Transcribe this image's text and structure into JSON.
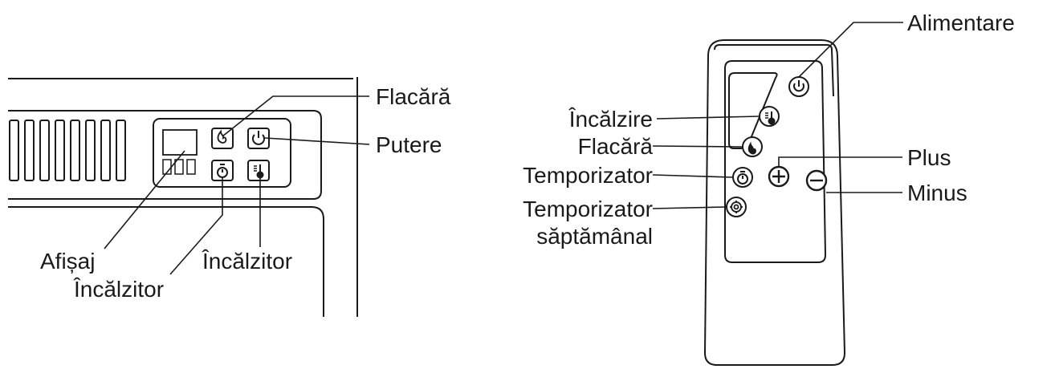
{
  "panel": {
    "labels": {
      "flame": "Flacără",
      "power": "Putere",
      "display": "Afișaj",
      "heater_bottom": "Încălzitor",
      "heater_right": "Încălzitor"
    },
    "icons": [
      "flame-icon",
      "power-icon",
      "timer-icon",
      "thermometer-icon"
    ]
  },
  "remote": {
    "labels": {
      "power": "Alimentare",
      "heating": "Încălzire",
      "flame": "Flacără",
      "timer": "Temporizator",
      "weekly_timer_line1": "Temporizator",
      "weekly_timer_line2": "săptămânal",
      "plus": "Plus",
      "minus": "Minus"
    },
    "icons": [
      "power-icon",
      "thermometer-icon",
      "flame-icon",
      "timer-icon",
      "plus-icon",
      "minus-icon",
      "weekly-timer-icon"
    ]
  },
  "colors": {
    "ink": "#1a1a1a",
    "background": "#ffffff"
  }
}
